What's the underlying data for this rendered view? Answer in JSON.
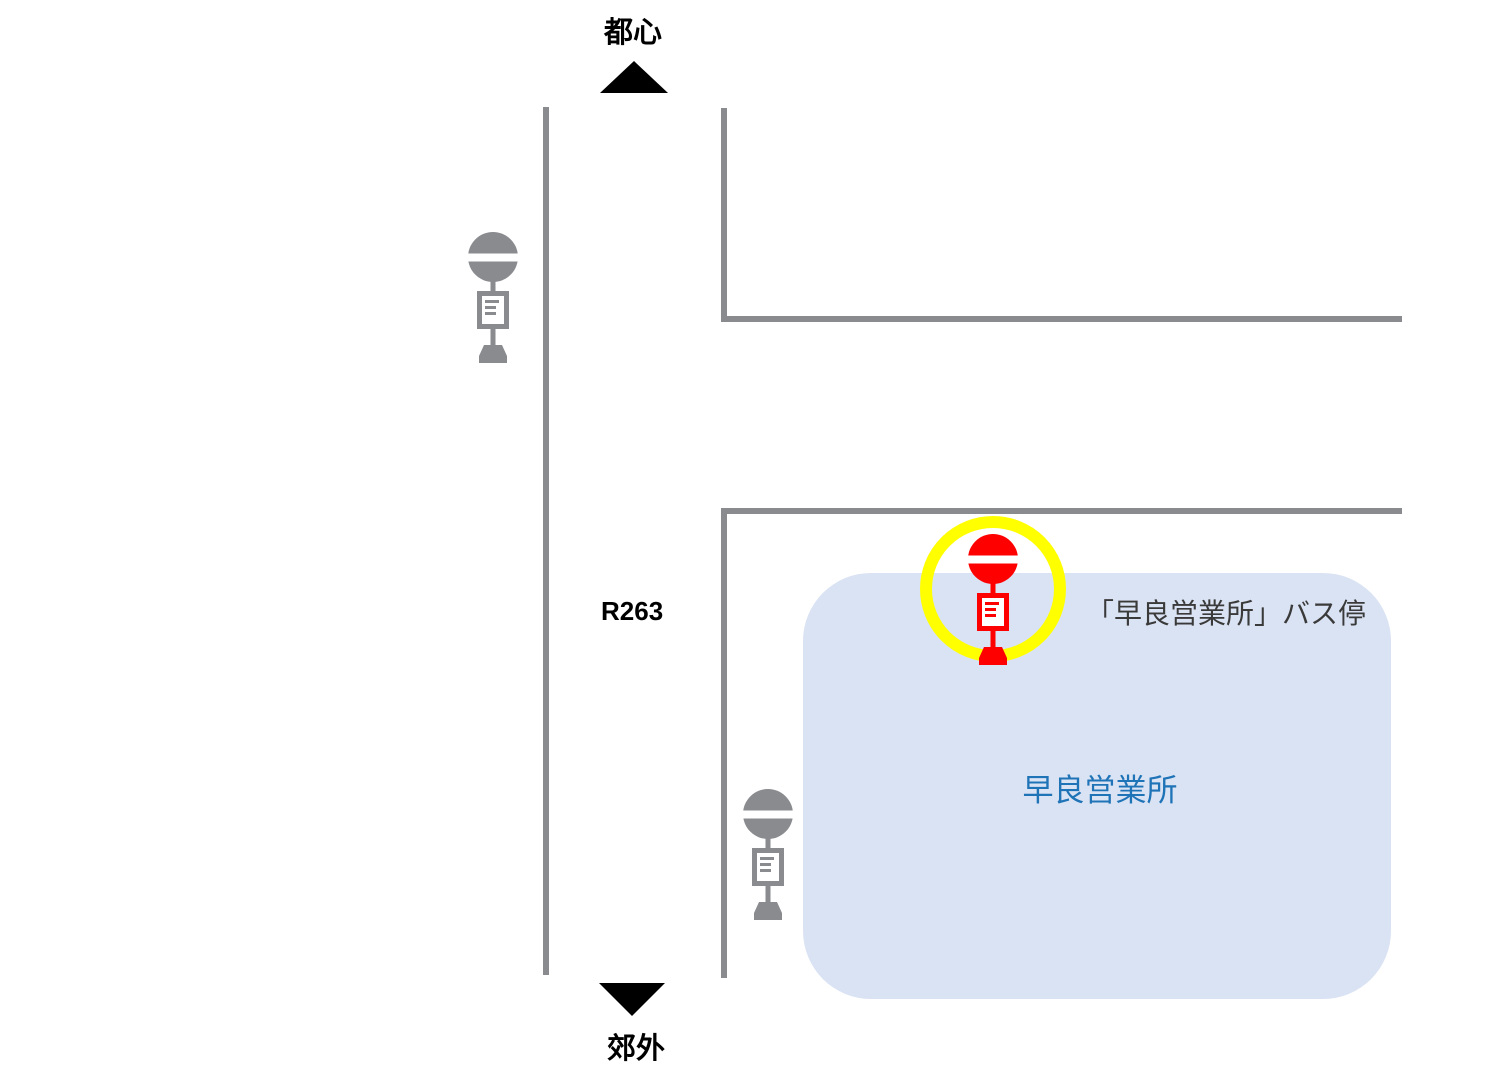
{
  "directions": {
    "north_label": "都心",
    "south_label": "郊外"
  },
  "road": {
    "name": "R263"
  },
  "bus_stop": {
    "label": "「早良営業所」バス停"
  },
  "office": {
    "name": "早良営業所"
  },
  "colors": {
    "road_line": "#8a8b8f",
    "office_area": "#dae3f3",
    "office_text": "#1f73b7",
    "highlight_ring": "#ffff00",
    "highlighted_stop": "#ff0000",
    "other_stop": "#8a8b8f",
    "arrow": "#000000"
  },
  "icons": {
    "direction_north": "triangle-up-icon",
    "direction_south": "triangle-down-icon",
    "bus_stop": "bus-stop-icon"
  }
}
